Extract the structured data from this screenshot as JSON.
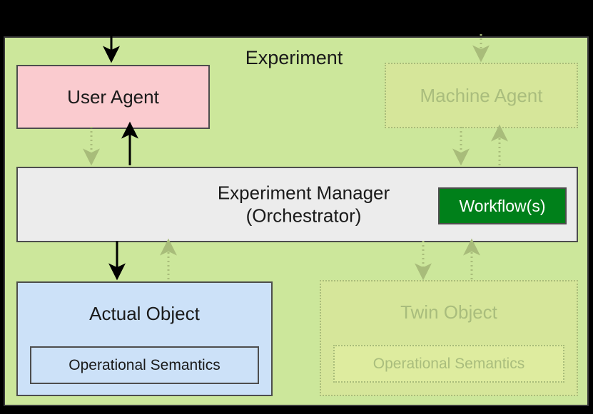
{
  "diagram": {
    "title": "Experiment",
    "background_color": "#CCE79B",
    "border_color": "#3A3A3A",
    "nodes": {
      "user_agent": {
        "label": "User Agent",
        "fill": "#FACBCF",
        "state": "active"
      },
      "machine_agent": {
        "label": "Machine Agent",
        "fill": "#D6E69A",
        "state": "ghost"
      },
      "experiment_manager": {
        "label_line1": "Experiment Manager",
        "label_line2": "(Orchestrator)",
        "fill": "#ECECEC",
        "state": "active"
      },
      "workflows": {
        "label": "Workflow(s)",
        "fill": "#00801A",
        "text_color": "#FFFFFF",
        "state": "active"
      },
      "actual_object": {
        "label": "Actual Object",
        "fill": "#CCE1F8",
        "state": "active",
        "semantics_label": "Operational Semantics"
      },
      "twin_object": {
        "label": "Twin Object",
        "fill": "#D6E69A",
        "state": "ghost",
        "semantics_label": "Operational Semantics"
      }
    },
    "edges": [
      {
        "name": "external-to-user-agent",
        "style": "solid",
        "direction": "down"
      },
      {
        "name": "user-agent-to-manager",
        "style": "dotted",
        "direction": "down"
      },
      {
        "name": "manager-to-user-agent",
        "style": "solid",
        "direction": "up"
      },
      {
        "name": "external-to-machine-agent",
        "style": "dotted",
        "direction": "down"
      },
      {
        "name": "machine-agent-to-manager",
        "style": "dotted",
        "direction": "down"
      },
      {
        "name": "manager-to-machine-agent",
        "style": "dotted",
        "direction": "up"
      },
      {
        "name": "manager-to-actual-object",
        "style": "solid",
        "direction": "down"
      },
      {
        "name": "actual-object-to-manager",
        "style": "dotted",
        "direction": "up"
      },
      {
        "name": "manager-to-twin-object",
        "style": "dotted",
        "direction": "down"
      },
      {
        "name": "twin-object-to-manager",
        "style": "dotted",
        "direction": "up"
      }
    ]
  }
}
